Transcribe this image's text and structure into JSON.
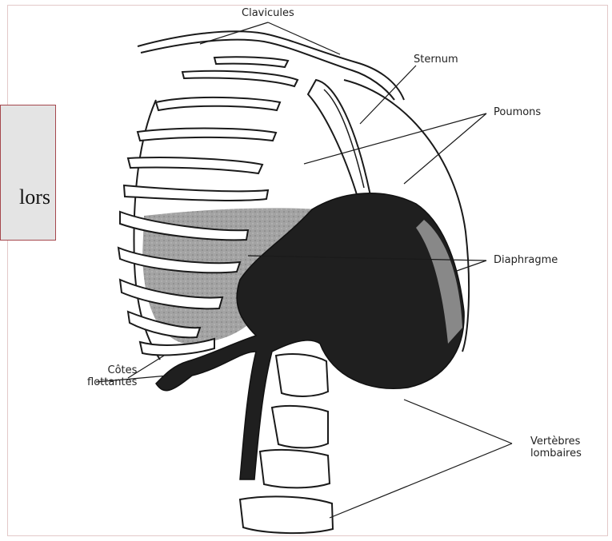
{
  "diagram": {
    "labels": {
      "clavicules": "Clavicules",
      "sternum": "Sternum",
      "poumons": "Poumons",
      "diaphragme": "Diaphragme",
      "cotes_line1": "Côtes",
      "cotes_line2": "flottantes",
      "vertebres_line1": "Vertèbres",
      "vertebres_line2": "lombaires"
    }
  },
  "overlay": {
    "text": "lors",
    "border_color": "#a5474d",
    "background": "#e4e4e4"
  },
  "colors": {
    "frame_border": "#e3c9c9",
    "ink": "#1a1a1a",
    "lung_shade": "#9c9c9c"
  }
}
